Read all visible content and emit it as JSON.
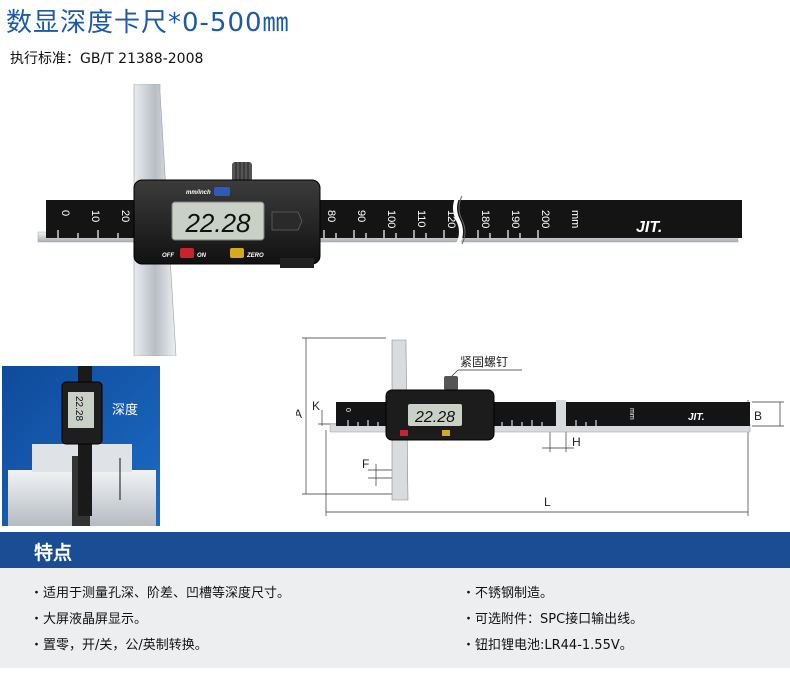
{
  "header": {
    "title": "数显深度卡尺*0-500㎜",
    "standard": "执行标准：GB/T 21388-2008"
  },
  "main_image": {
    "scale_left": [
      "0",
      "10",
      "20"
    ],
    "scale_right": [
      "80",
      "90",
      "100",
      "110",
      "120"
    ],
    "scale_far": [
      "180",
      "190",
      "200"
    ],
    "unit": "mm",
    "display": "22.28",
    "button_mode": "mm/inch",
    "button_off": "OFF",
    "button_on": "ON",
    "button_zero": "ZERO",
    "brand": "JIT."
  },
  "photo": {
    "label": "深度",
    "display": "22.28"
  },
  "diagram": {
    "label_screw": "紧固螺钉",
    "dim_a": "A",
    "dim_k": "K",
    "dim_f": "F",
    "dim_b": "B",
    "dim_h": "H",
    "dim_l": "L",
    "display": "22.28",
    "scale_zero": "0",
    "unit": "mm",
    "brand": "JIT."
  },
  "features": {
    "title": "特点",
    "items": [
      "・适用于测量孔深、阶差、凹槽等深度尺寸。",
      "・大屏液晶屏显示。",
      "・置零，开/关，公/英制转换。",
      "・不锈钢制造。",
      "・可选附件：SPC接口输出线。",
      "・钮扣锂电池:LR44-1.55V。"
    ]
  },
  "colors": {
    "title_blue": "#1c5aa8",
    "bar_blue": "#1a4d94",
    "feature_bg": "#eceef0"
  }
}
